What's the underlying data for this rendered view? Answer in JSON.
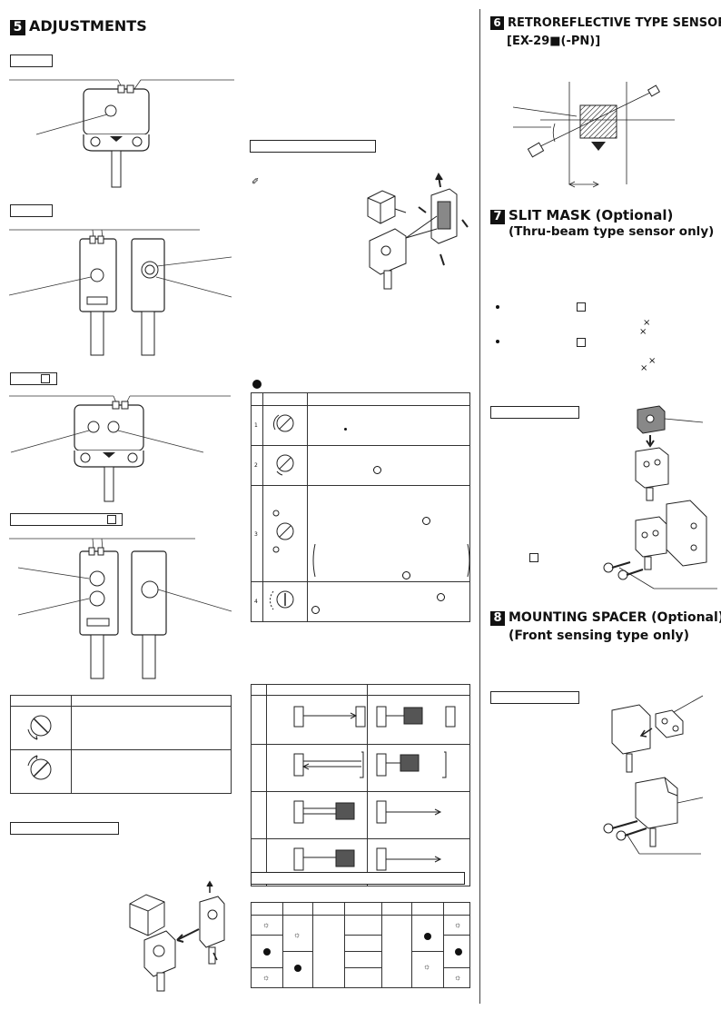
{
  "sections": {
    "s5": {
      "num": "5",
      "title": "ADJUSTMENTS"
    },
    "s6": {
      "num": "6",
      "title": "RETROREFLECTIVE TYPE SENSOR",
      "model": "[EX-29■(-PN)]"
    },
    "s7": {
      "num": "7",
      "title": "SLIT MASK (Optional)",
      "subtitle": "(Thru-beam type sensor only)"
    },
    "s8": {
      "num": "8",
      "title": "MOUNTING SPACER (Optional)",
      "subtitle": "(Front sensing type only)"
    }
  },
  "symbols": {
    "x1": "×",
    "x2": "×",
    "x3": "×",
    "x4": "×",
    "pencil": "✐"
  },
  "adjust_table": {
    "steps": [
      "1",
      "2",
      "3",
      "4"
    ]
  },
  "colors": {
    "text": "#111111",
    "rule": "#444444",
    "hatch": "#333333"
  }
}
